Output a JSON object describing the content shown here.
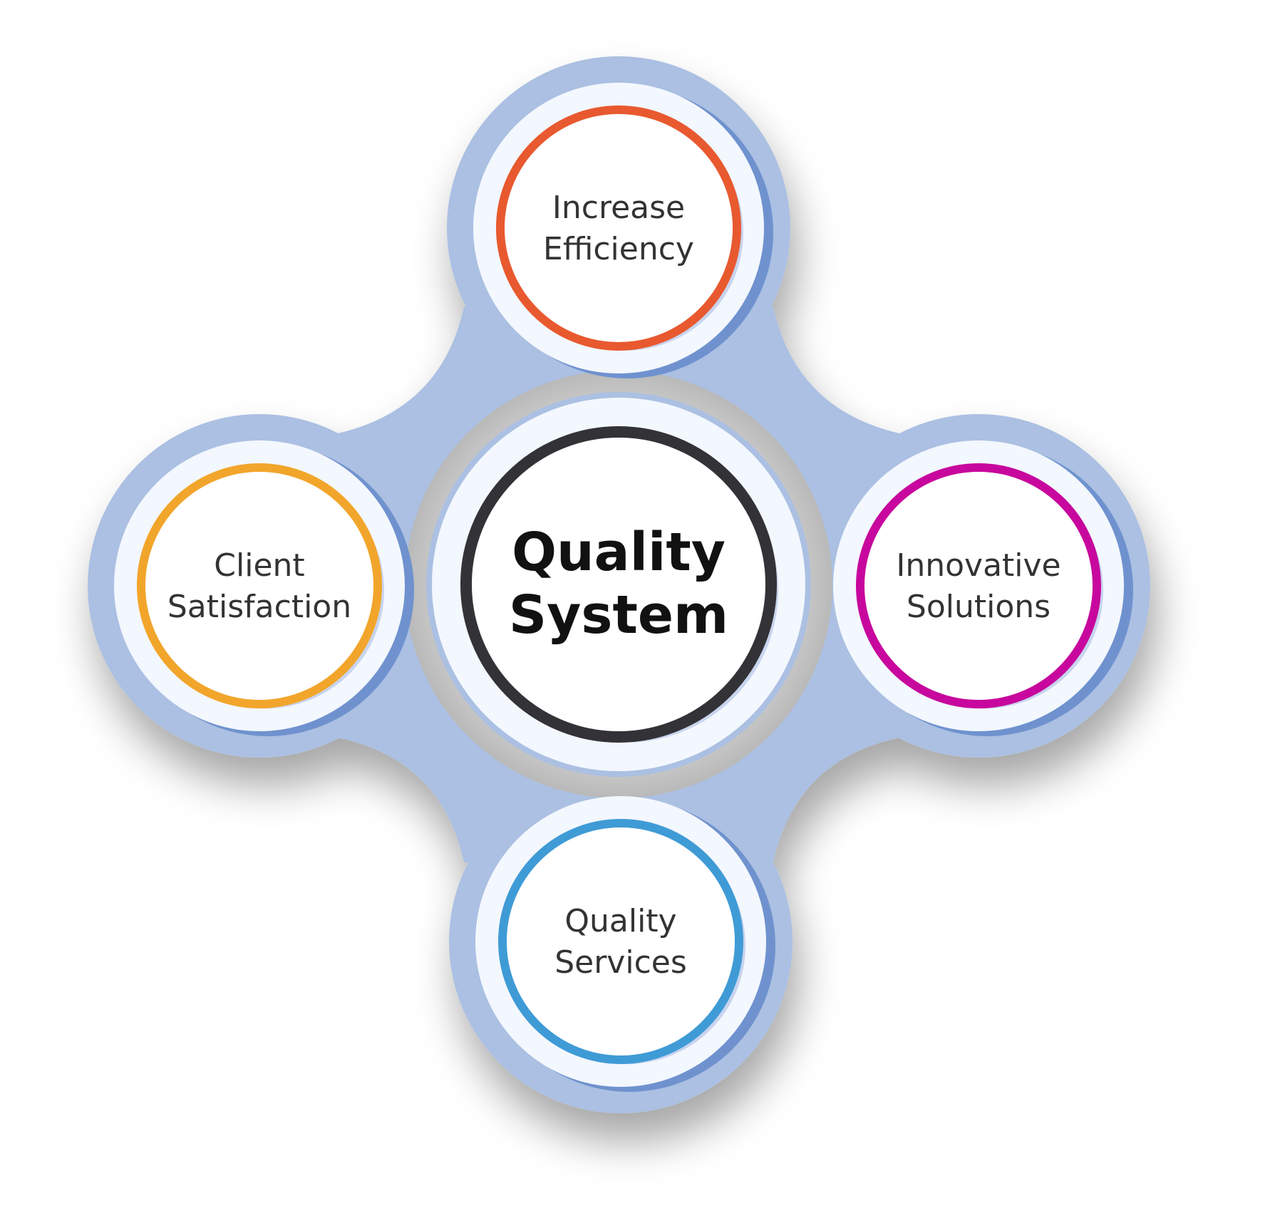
{
  "diagram": {
    "center": {
      "lines": [
        "Quality",
        "System"
      ],
      "ring_color": "#333236"
    },
    "nodes": [
      {
        "id": "top",
        "lines": [
          "Increase",
          "Efficiency"
        ],
        "ring_color": "#e8592f"
      },
      {
        "id": "left",
        "lines": [
          "Client",
          "Satisfaction"
        ],
        "ring_color": "#f2a52b"
      },
      {
        "id": "right",
        "lines": [
          "Innovative",
          "Solutions"
        ],
        "ring_color": "#c7079d"
      },
      {
        "id": "bottom",
        "lines": [
          "Quality",
          "Services"
        ],
        "ring_color": "#3f9bd6"
      }
    ],
    "colors": {
      "frame": "#abc0e2",
      "inner": "#f3f7fe",
      "shade": "#6f92cf",
      "halo": "#c8d4ee"
    }
  }
}
